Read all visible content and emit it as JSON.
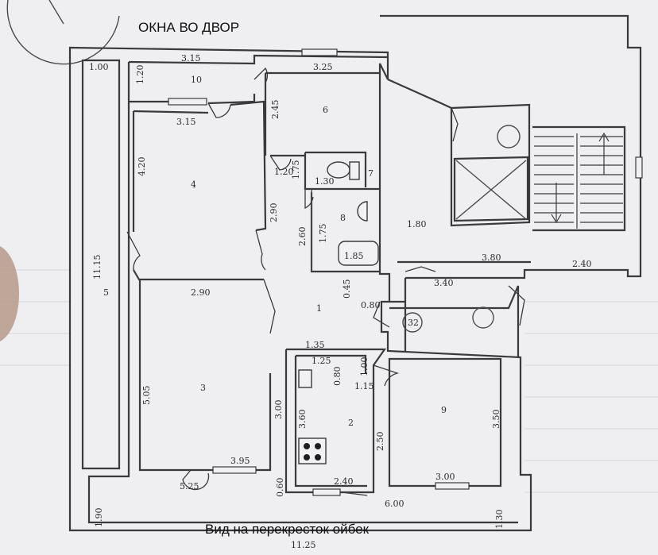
{
  "captions": {
    "top": "ОКНА ВО ДВОР",
    "bottom": "Вид на перекресток ойбек"
  },
  "rooms": {
    "r1": "1",
    "r2": "2",
    "r3": "3",
    "r4": "4",
    "r5": "5",
    "r6": "6",
    "r7": "7",
    "r8": "8",
    "r9": "9",
    "r10": "10",
    "r32": "32"
  },
  "dims": {
    "d_100": "1.00",
    "d_315a": "3.15",
    "d_120a": "1.20",
    "d_325": "3.25",
    "d_315b": "3.15",
    "d_245": "2.45",
    "d_420": "4.20",
    "d_120b": "1.20",
    "d_175a": "1.75",
    "d_130a": "1.30",
    "d_290a": "2.90",
    "d_260": "2.60",
    "d_175b": "1.75",
    "d_185": "1.85",
    "d_180": "1.80",
    "d_1115": "11.15",
    "d_380": "3.80",
    "d_240a": "2.40",
    "d_340": "3.40",
    "d_290b": "2.90",
    "d_045": "0.45",
    "d_080a": "0.80",
    "d_135": "1.35",
    "d_125": "1.25",
    "d_080b": "0.80",
    "d_100b": "1.00",
    "d_115": "1.15",
    "d_505": "5.05",
    "d_300a": "3.00",
    "d_360": "3.60",
    "d_350": "3.50",
    "d_250": "2.50",
    "d_395": "3.95",
    "d_525": "5.25",
    "d_060": "0.60",
    "d_240b": "2.40",
    "d_300b": "3.00",
    "d_600": "6.00",
    "d_190": "1.90",
    "d_130b": "1.30",
    "d_1125": "11.25"
  }
}
